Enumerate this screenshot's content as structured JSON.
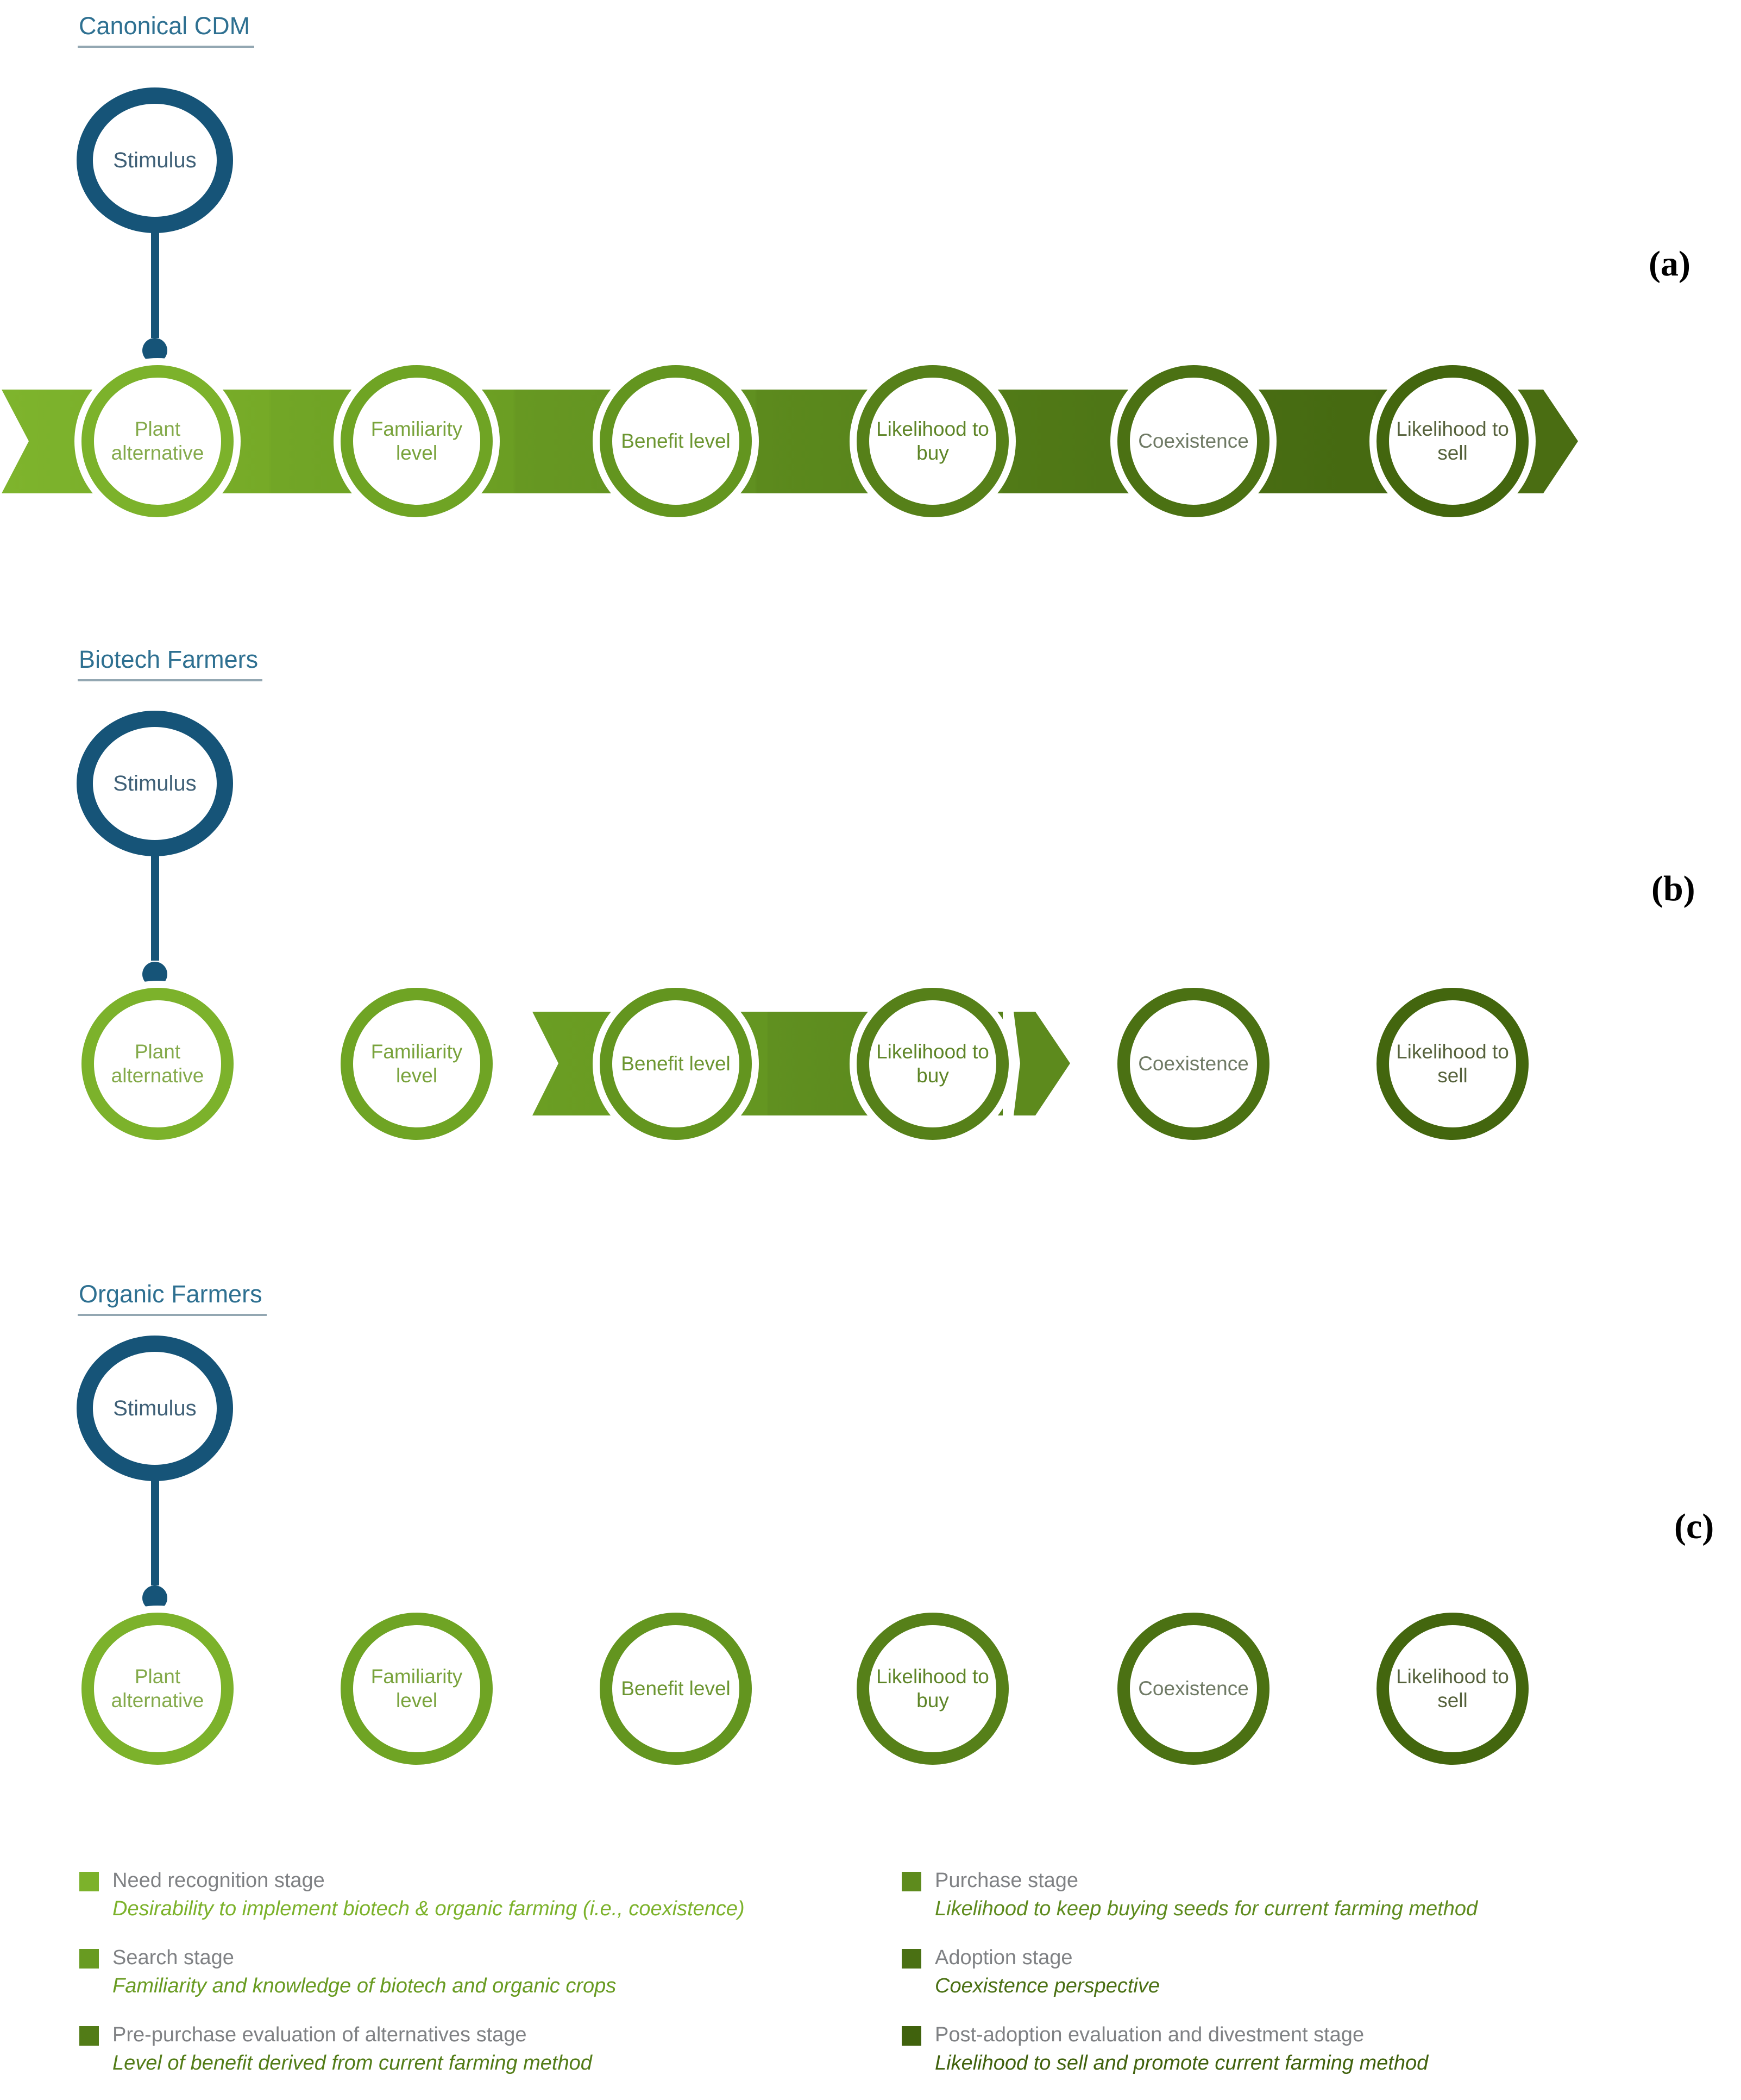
{
  "figure": {
    "panels": [
      {
        "id": "a",
        "label": "(a)",
        "heading": "Canonical CDM"
      },
      {
        "id": "b",
        "label": "(b)",
        "heading": "Biotech Farmers"
      },
      {
        "id": "c",
        "label": "(c)",
        "heading": "Organic Farmers"
      }
    ],
    "stimulus_label": "Stimulus",
    "stages": [
      {
        "label": "Plant alternative",
        "color": "#7cb22b"
      },
      {
        "label": "Familiarity level",
        "color": "#6fa424"
      },
      {
        "label": "Benefit level",
        "color": "#63951f"
      },
      {
        "label": "Likelihood to buy",
        "color": "#568019"
      },
      {
        "label": "Coexistence",
        "color": "#4b7113"
      },
      {
        "label": "Likelihood to sell",
        "color": "#43660e"
      }
    ],
    "arrow_band": {
      "start_color": "#7eb42d",
      "end_color": "#436610",
      "arrowhead_color_full": "#4a6d12",
      "arrowhead_color_partial": "#5d8a1d"
    },
    "legend": [
      {
        "stage": "Need recognition stage",
        "description": "Desirability to implement biotech & organic farming (i.e., coexistence)",
        "color": "#7cb22b"
      },
      {
        "stage": "Search stage",
        "description": "Familiarity and knowledge of biotech and organic crops",
        "color": "#689b21"
      },
      {
        "stage": "Pre-purchase evaluation of alternatives stage",
        "description": "Level of benefit derived from current farming method",
        "color": "#527c17"
      },
      {
        "stage": "Purchase stage",
        "description": "Likelihood to keep buying seeds for current farming method",
        "color": "#5e8b1d"
      },
      {
        "stage": "Adoption stage",
        "description": "Coexistence perspective",
        "color": "#4a7013"
      },
      {
        "stage": "Post-adoption evaluation and divestment stage",
        "description": "Likelihood to sell and promote current farming method",
        "color": "#40620d"
      }
    ],
    "colors": {
      "stimulus_blue": "#165478",
      "heading_blue": "#2e7091",
      "heading_underline": "#93a7b2",
      "legend_title_gray": "#7f8184",
      "panel_label_black": "#000000"
    }
  }
}
